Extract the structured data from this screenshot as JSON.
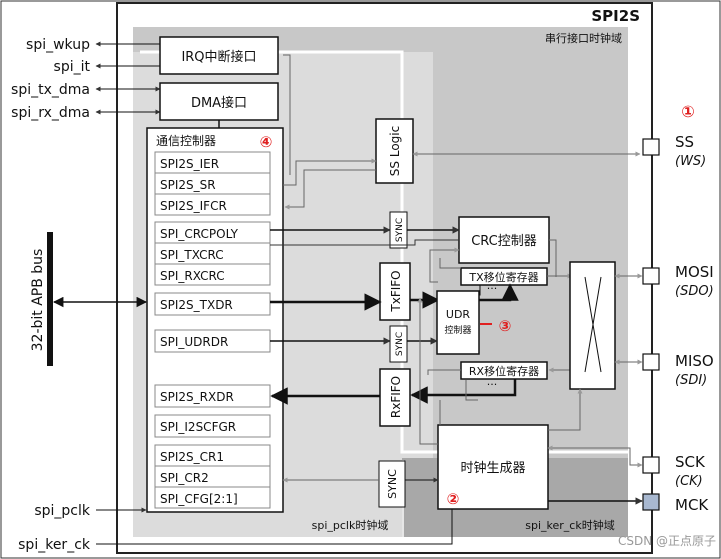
{
  "block_title": "SPI2S",
  "domains": {
    "serial": "串行接口时钟域",
    "pclk": "spi_pclk时钟域",
    "ker": "spi_ker_ck时钟域"
  },
  "left_signals": {
    "wkup": "spi_wkup",
    "it": "spi_it",
    "tx_dma": "spi_tx_dma",
    "rx_dma": "spi_rx_dma",
    "bus": "32-bit APB bus",
    "pclk": "spi_pclk",
    "ker_ck": "spi_ker_ck"
  },
  "blocks": {
    "irq": "IRQ中断接口",
    "dma": "DMA接口",
    "comm": "通信控制器",
    "ss_logic": "SS Logic",
    "sync": "SYNC",
    "crc": "CRC控制器",
    "txfifo": "TxFIFO",
    "rxfifo": "RxFIFO",
    "udr_line1": "UDR",
    "udr_line2": "控制器",
    "tx_shift": "TX移位寄存器",
    "rx_shift": "RX移位寄存器",
    "clock_gen": "时钟生成器",
    "dots": "···"
  },
  "registers": {
    "ier": "SPI2S_IER",
    "sr": "SPI2S_SR",
    "ifcr": "SPI2S_IFCR",
    "crcpoly": "SPI_CRCPOLY",
    "txcrc": "SPI_TXCRC",
    "rxcrc": "SPI_RXCRC",
    "txdr": "SPI2S_TXDR",
    "udrdr": "SPI_UDRDR",
    "rxdr": "SPI2S_RXDR",
    "i2scfgr": "SPI_I2SCFGR",
    "cr1": "SPI2S_CR1",
    "cr2": "SPI_CR2",
    "cfg": "SPI_CFG[2:1]"
  },
  "pins": {
    "ss": "SS",
    "ss_alt": "(WS)",
    "mosi": "MOSI",
    "mosi_alt": "(SDO)",
    "miso": "MISO",
    "miso_alt": "(SDI)",
    "sck": "SCK",
    "sck_alt": "(CK)",
    "mck": "MCK"
  },
  "markers": {
    "m1": "①",
    "m2": "②",
    "m3": "③",
    "m4": "④"
  },
  "watermark": "CSDN @正点原子",
  "colors": {
    "serial_domain": "#c8c8c8",
    "pclk_domain": "#dcdcdc",
    "ker_domain": "#a8a8a8",
    "marker": "#e02020"
  }
}
